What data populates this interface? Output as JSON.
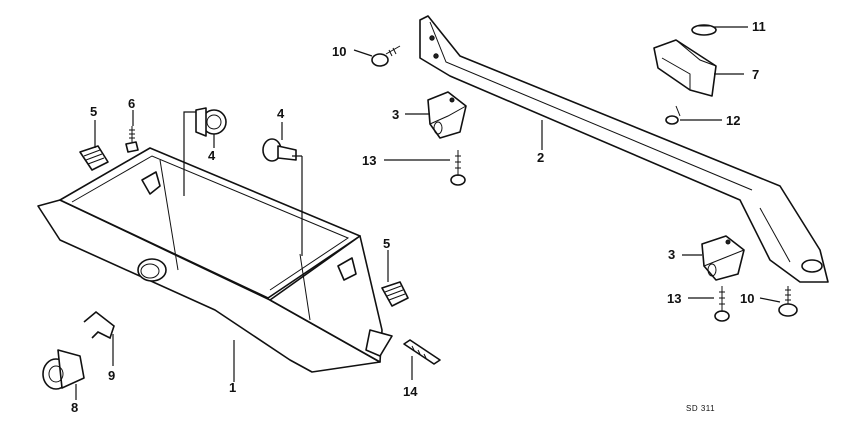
{
  "callouts": {
    "c1": "1",
    "c2": "2",
    "c3a": "3",
    "c3b": "3",
    "c4a": "4",
    "c4b": "4",
    "c5a": "5",
    "c5b": "5",
    "c6": "6",
    "c7": "7",
    "c8": "8",
    "c9": "9",
    "c10a": "10",
    "c10b": "10",
    "c11": "11",
    "c12": "12",
    "c13a": "13",
    "c13b": "13",
    "c14": "14"
  },
  "diagram_code": "SD 311"
}
